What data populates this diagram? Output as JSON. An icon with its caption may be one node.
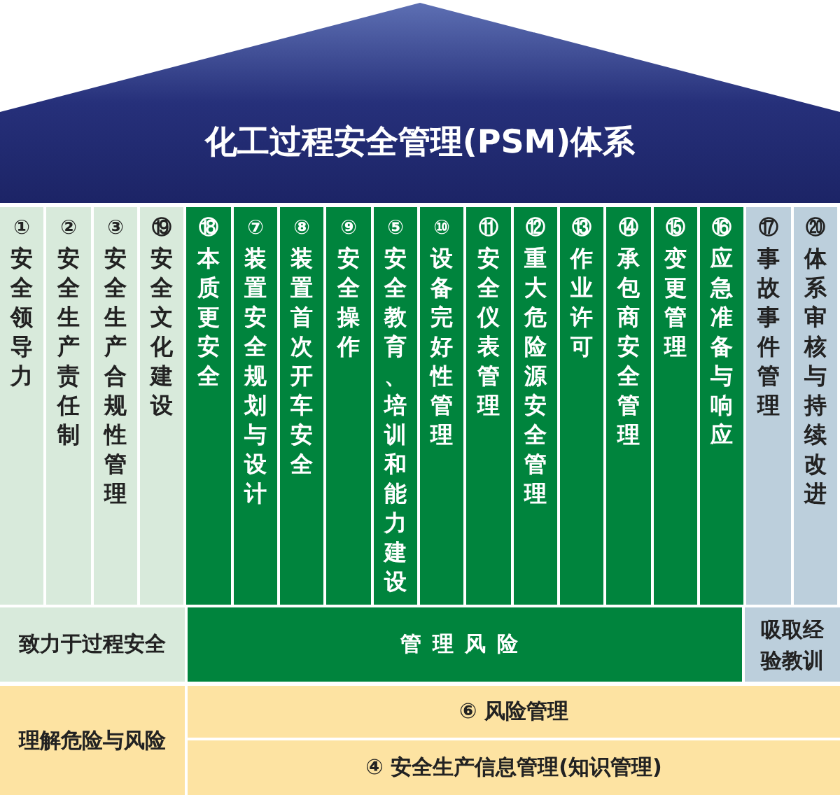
{
  "diagram": {
    "title": "化工过程安全管理(PSM)体系",
    "nodes": [
      {
        "text": [
          "①",
          "安全领导力"
        ]
      },
      {
        "text": [
          "②",
          "安全生产责任制"
        ]
      },
      {
        "text": [
          "③",
          "安全生产合规性管理"
        ]
      },
      {
        "text": [
          "⑲",
          "安全文化建设"
        ]
      },
      {
        "text": [
          "⑱",
          "本质更安全"
        ]
      },
      {
        "text": [
          "⑦",
          "装置安全规划与设计"
        ]
      },
      {
        "text": [
          "⑧",
          "装置首次开车安全"
        ]
      },
      {
        "text": [
          "⑨",
          "安全操作"
        ]
      },
      {
        "text": [
          "⑤",
          "安全教育、培训和能力建设"
        ]
      },
      {
        "text": [
          "⑩",
          "设备完好性管理"
        ]
      },
      {
        "text": [
          "⑪",
          "安全仪表管理"
        ]
      },
      {
        "text": [
          "⑫",
          "重大危险源安全管理"
        ]
      },
      {
        "text": [
          "⑬",
          "作业许可"
        ]
      },
      {
        "text": [
          "⑭",
          "承包商安全管理"
        ]
      },
      {
        "text": [
          "⑮",
          "变更管理"
        ]
      },
      {
        "text": [
          "⑯",
          "应急准备与响应"
        ]
      },
      {
        "text": [
          "⑰",
          "事故事件管理"
        ]
      },
      {
        "text": [
          "⑳",
          "体系审核与持续改进"
        ]
      },
      {
        "text": [
          "致力于过程安全"
        ]
      },
      {
        "text": [
          "管理风险"
        ]
      },
      {
        "text": [
          "吸取经验教训"
        ]
      },
      {
        "text": [
          "理解危险与风险"
        ]
      },
      {
        "text": [
          "⑥ 风险管理"
        ]
      },
      {
        "text": [
          "④ 安全生产信息管理(知识管理)"
        ]
      }
    ]
  }
}
